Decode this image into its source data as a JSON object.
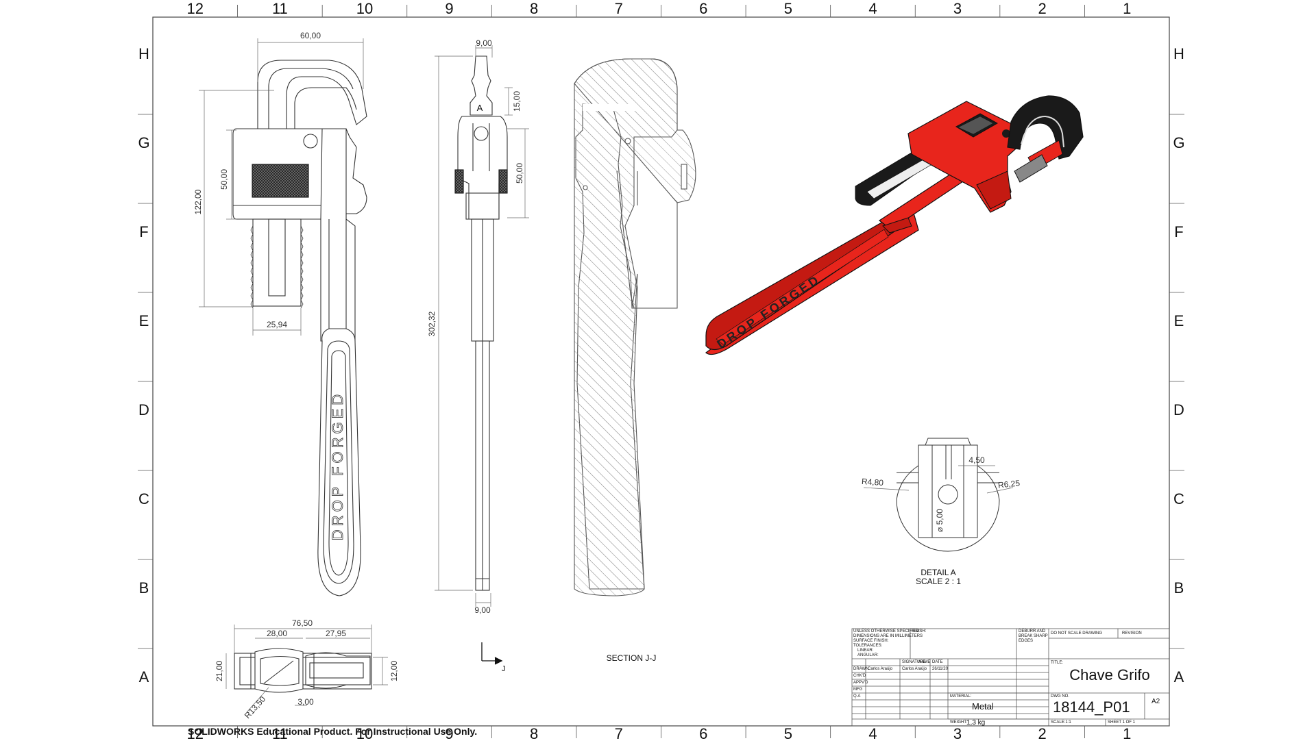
{
  "zones": {
    "columns": [
      "12",
      "11",
      "10",
      "9",
      "8",
      "7",
      "6",
      "5",
      "4",
      "3",
      "2",
      "1"
    ],
    "rows": [
      "H",
      "G",
      "F",
      "E",
      "D",
      "C",
      "B",
      "A"
    ]
  },
  "dimensions": {
    "d60": "60,00",
    "d9top": "9,00",
    "d15": "15,00",
    "d50a": "50,00",
    "d50b": "50,00",
    "d122": "122,00",
    "d2594": "25,94",
    "d30232": "302,32",
    "d9bot": "9,00",
    "d7650": "76,50",
    "d2800": "28,00",
    "d2795": "27,95",
    "d2100": "21,00",
    "d1200": "12,00",
    "d1350": "R13,50",
    "d300": "3,00",
    "d450": "4,50",
    "r480": "R4,80",
    "r625": "R6,25",
    "phi500": "⌀ 5,00"
  },
  "labels": {
    "section_a": "A",
    "handle_text": "DROP FORGED",
    "section_jj": "SECTION J-J",
    "section_j": "J",
    "detail_a": "DETAIL A",
    "detail_scale": "SCALE 2 : 1"
  },
  "title_block": {
    "unless": "UNLESS OTHERWISE SPECIFIED:",
    "dims_mm": "DIMENSIONS ARE IN MILLIMETERS",
    "surface": "SURFACE FINISH:",
    "tolerances": "TOLERANCES:",
    "linear": "LINEAR:",
    "angular": "ANGULAR:",
    "finish": "FINISH:",
    "deburr1": "DEBURR AND",
    "deburr2": "BREAK SHARP",
    "deburr3": "EDGES",
    "do_not_scale": "DO NOT SCALE DRAWING",
    "revision": "REVISION",
    "name_hdr": "NAME",
    "signature_hdr": "SIGNATURE",
    "date_hdr": "DATE",
    "title_hdr": "TITLE:",
    "drawn": "DRAWN",
    "drawn_name": "Carlos Araújo",
    "drawn_sig": "Carlos Araújo",
    "drawn_date": "26/11/20",
    "chkd": "CHK'D",
    "appvd": "APPV'D",
    "mfg": "MFG",
    "qa": "Q.A",
    "material_hdr": "MATERIAL:",
    "material": "Metal",
    "dwg_hdr": "DWG NO.",
    "dwg_no": "18144_P01",
    "size": "A2",
    "title": "Chave Grifo",
    "weight_hdr": "WEIGHT:",
    "weight": "1,3 kg",
    "scale": "SCALE:1:1",
    "sheet": "SHEET 1 OF 1"
  },
  "footer": "SOLIDWORKS Educational Product. For Instructional Use Only.",
  "colors": {
    "wrench_red": "#e8251c",
    "wrench_dark": "#1a1a1a",
    "line": "#333333",
    "hatch": "#9a9a9a"
  }
}
